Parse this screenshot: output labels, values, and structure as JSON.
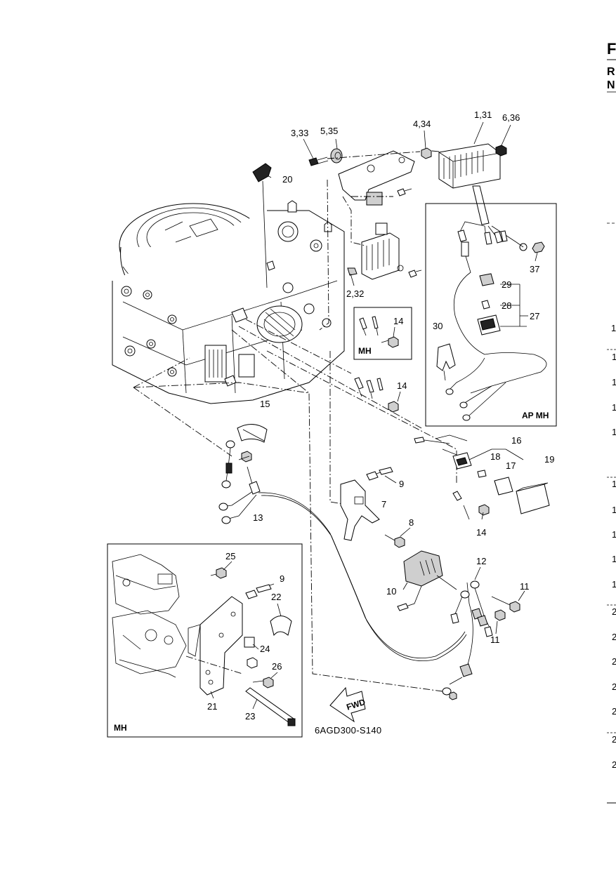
{
  "callouts": {
    "c1_31": "1,31",
    "c6_36": "6,36",
    "c4_34": "4,34",
    "c3_33": "3,33",
    "c5_35": "5,35",
    "c20": "20",
    "c2_32": "2,32",
    "c37": "37",
    "c29": "29",
    "c28": "28",
    "c27": "27",
    "c30": "30",
    "c14a": "14",
    "c14b": "14",
    "c14c": "14",
    "c15": "15",
    "c16": "16",
    "c18": "18",
    "c17": "17",
    "c19": "19",
    "c9a": "9",
    "c7": "7",
    "c8": "8",
    "c13": "13",
    "c12": "12",
    "c11a": "11",
    "c11b": "11",
    "c10": "10",
    "c25": "25",
    "c9b": "9",
    "c22": "22",
    "c24": "24",
    "c26": "26",
    "c21": "21",
    "c23": "23"
  },
  "boxes": {
    "ap_mh_label": "AP MH",
    "mh_small_label": "MH",
    "mh_large_label": "MH"
  },
  "fwd_label": "FWD",
  "diagram_code": "6AGD300-S140",
  "right_edge": {
    "top_letters": [
      "F",
      "R",
      "N"
    ],
    "row_marks": [
      "1",
      "1",
      "1",
      "1",
      "1",
      "1",
      "1",
      "1",
      "1",
      "1",
      "2",
      "2",
      "2",
      "2",
      "2",
      "2",
      "2"
    ]
  }
}
